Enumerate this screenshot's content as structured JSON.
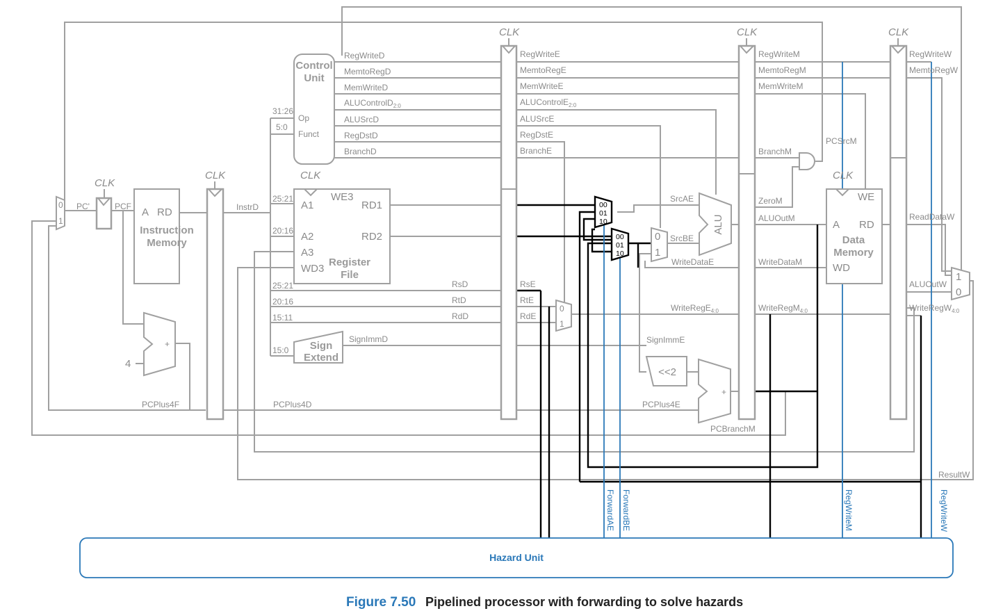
{
  "caption": {
    "number": "Figure 7.50",
    "text": "Pipelined processor with forwarding to solve hazards"
  },
  "clk": {
    "label": "CLK"
  },
  "blocks": {
    "control_unit": [
      "Control",
      "Unit"
    ],
    "control_ports": {
      "op": "Op",
      "funct": "Funct"
    },
    "instruction_memory": {
      "a": "A",
      "rd": "RD",
      "title": [
        "Instruction",
        "Memory"
      ]
    },
    "register_file": {
      "we3": "WE3",
      "a1": "A1",
      "a2": "A2",
      "a3": "A3",
      "wd3": "WD3",
      "rd1": "RD1",
      "rd2": "RD2",
      "title": [
        "Register",
        "File"
      ]
    },
    "sign_extend": [
      "Sign",
      "Extend"
    ],
    "alu": "ALU",
    "data_memory": {
      "we": "WE",
      "a": "A",
      "rd": "RD",
      "wd": "WD",
      "title": [
        "Data",
        "Memory"
      ]
    },
    "shift": "<<2",
    "adder": "+",
    "const_four": "4",
    "hazard_unit": "Hazard Unit"
  },
  "mux_inputs": {
    "zero": "0",
    "one": "1",
    "fwd_00": "00",
    "fwd_01": "01",
    "fwd_10": "10"
  },
  "signals": {
    "pc_prime": "PC'",
    "pcf": "PCF",
    "instrd": "InstrD",
    "pcplus4f": "PCPlus4F",
    "pcplus4d": "PCPlus4D",
    "pcplus4e": "PCPlus4E",
    "regwrited": "RegWriteD",
    "memtoregd": "MemtoRegD",
    "memwrited": "MemWriteD",
    "alucontrold": "ALUControlD",
    "alusrcd": "ALUSrcD",
    "regdstd": "RegDstD",
    "branchd": "BranchD",
    "regwritee": "RegWriteE",
    "memtorege": "MemtoRegE",
    "memwritee": "MemWriteE",
    "alucontrole": "ALUControlE",
    "alusrce": "ALUSrcE",
    "regdste": "RegDstE",
    "branche": "BranchE",
    "regwritem": "RegWriteM",
    "memtoregm": "MemtoRegM",
    "memwritem": "MemWriteM",
    "branchm": "BranchM",
    "zerom": "ZeroM",
    "pcsrcm": "PCSrcM",
    "regwritew": "RegWriteW",
    "memtoregw": "MemtoRegW",
    "alucontrol_sub": "2:0",
    "bits_31_26": "31:26",
    "bits_5_0": "5:0",
    "bits_25_21": "25:21",
    "bits_20_16": "20:16",
    "bits_15_11": "15:11",
    "bits_15_0": "15:0",
    "rsd": "RsD",
    "rtd": "RtD",
    "rdd": "RdD",
    "rse": "RsE",
    "rte": "RtE",
    "rde": "RdE",
    "signimmd": "SignImmD",
    "signimme": "SignImmE",
    "srcae": "SrcAE",
    "srcbe": "SrcBE",
    "writedatae": "WriteDataE",
    "writerege": "WriteRegE",
    "sub_4_0": "4:0",
    "aluoutm": "ALUOutM",
    "writedatam": "WriteDataM",
    "writeregm": "WriteRegM",
    "readdataw": "ReadDataW",
    "aluoutw": "ALUOutW",
    "writeregw": "WriteRegW",
    "pcbranchm": "PCBranchM",
    "resultw": "ResultW"
  },
  "hazard_signals": {
    "forwardae": "ForwardAE",
    "forwardbe": "ForwardBE",
    "regwritem": "RegWriteM",
    "regwritew": "RegWriteW"
  },
  "colors": {
    "datapath": "#a0a0a0",
    "forwarding": "#000000",
    "hazard": "#2a78b8"
  }
}
